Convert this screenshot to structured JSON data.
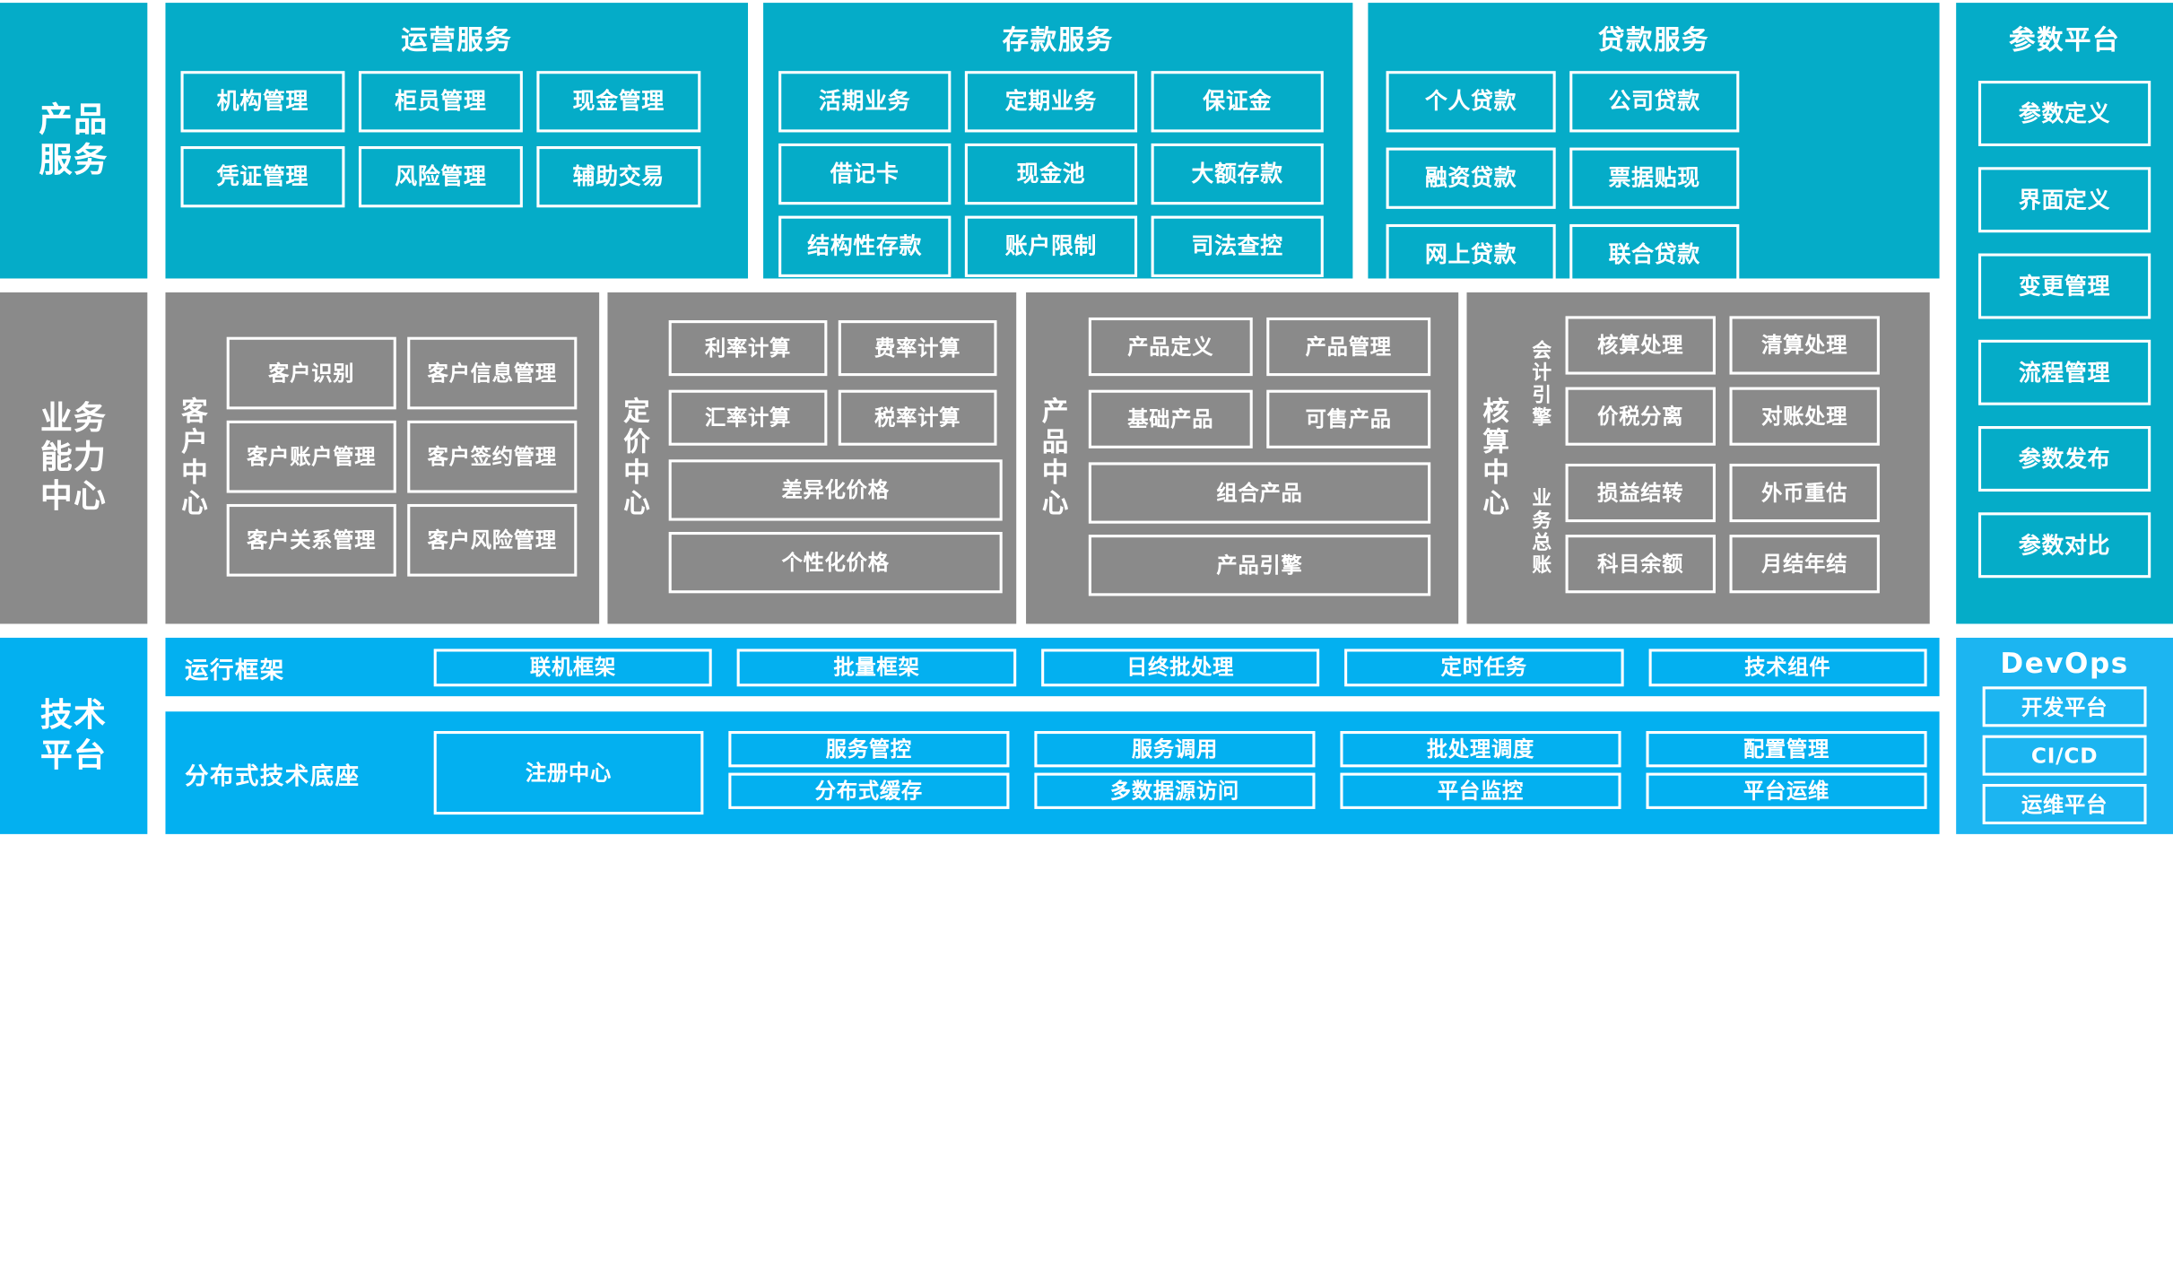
{
  "colors": {
    "teal": "#05ACC8",
    "gray": "#8A8A8A",
    "blue": "#03B0F0",
    "light_blue": "#1CB5F1",
    "border": "#FFFFFF",
    "text": "#FFFFFF",
    "background": "#FFFFFF"
  },
  "layers": {
    "product_service": {
      "side_label": "产品\n服务",
      "groups": [
        {
          "title": "运营服务",
          "cells": [
            "机构管理",
            "柜员管理",
            "现金管理",
            "凭证管理",
            "风险管理",
            "辅助交易"
          ]
        },
        {
          "title": "存款服务",
          "cells": [
            "活期业务",
            "定期业务",
            "保证金",
            "借记卡",
            "现金池",
            "大额存款",
            "结构性存款",
            "账户限制",
            "司法查控"
          ]
        },
        {
          "title": "贷款服务",
          "cells": [
            "个人贷款",
            "公司贷款",
            "融资贷款",
            "票据贴现",
            "网上贷款",
            "联合贷款"
          ]
        }
      ]
    },
    "parameter_platform": {
      "title": "参数平台",
      "cells": [
        "参数定义",
        "界面定义",
        "变更管理",
        "流程管理",
        "参数发布",
        "参数对比"
      ]
    },
    "business_capability": {
      "side_label": "业务\n能力\n中心",
      "centers": [
        {
          "name": "客户中心",
          "cells": [
            "客户识别",
            "客户信息管理",
            "客户账户管理",
            "客户签约管理",
            "客户关系管理",
            "客户风险管理"
          ]
        },
        {
          "name": "定价中心",
          "cells": [
            "利率计算",
            "费率计算",
            "汇率计算",
            "税率计算"
          ],
          "wide_cells": [
            "差异化价格",
            "个性化价格"
          ]
        },
        {
          "name": "产品中心",
          "cells": [
            "产品定义",
            "产品管理",
            "基础产品",
            "可售产品"
          ],
          "wide_cells": [
            "组合产品",
            "产品引擎"
          ]
        },
        {
          "name": "核算中心",
          "subgroups": [
            {
              "name": "会计引擎",
              "cells": [
                "核算处理",
                "清算处理",
                "价税分离",
                "对账处理"
              ]
            },
            {
              "name": "业务总账",
              "cells": [
                "损益结转",
                "外币重估",
                "科目余额",
                "月结年结"
              ]
            }
          ]
        }
      ]
    },
    "technical_platform": {
      "side_label": "技术\n平台",
      "bands": [
        {
          "label": "运行框架",
          "cells": [
            "联机框架",
            "批量框架",
            "日终批处理",
            "定时任务",
            "技术组件"
          ]
        },
        {
          "label": "分布式技术底座",
          "center_cell": "注册中心",
          "top_cells": [
            "服务管控",
            "服务调用",
            "批处理调度",
            "配置管理"
          ],
          "bottom_cells": [
            "分布式缓存",
            "多数据源访问",
            "平台监控",
            "平台运维"
          ]
        }
      ]
    },
    "devops": {
      "title": "DevOps",
      "cells": [
        "开发平台",
        "CI/CD",
        "运维平台"
      ]
    }
  }
}
